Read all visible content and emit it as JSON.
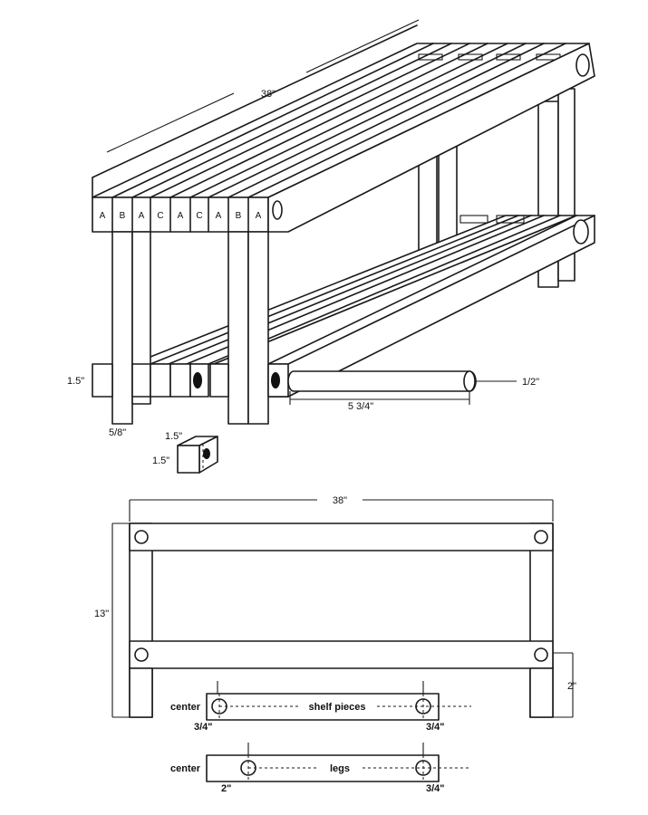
{
  "iso": {
    "length_label": "38\"",
    "top_slat_labels": [
      "A",
      "B",
      "A",
      "C",
      "A",
      "C",
      "A",
      "B",
      "A"
    ],
    "thickness_label": "1.5\"",
    "leg_width_label": "5/8\"",
    "dowel_diameter_label": "1/2\"",
    "dowel_length_label": "5 3/4\"",
    "block_width_label": "1.5\"",
    "block_height_label": "1.5\""
  },
  "front": {
    "width_label": "38\"",
    "height_label": "13\"",
    "leg_offset_label": "2\""
  },
  "shelf_piece": {
    "left_label": "center",
    "title": "shelf pieces",
    "left_offset_label": "3/4\"",
    "right_offset_label": "3/4\""
  },
  "legs_piece": {
    "left_label": "center",
    "title": "legs",
    "left_offset_label": "2\"",
    "right_offset_label": "3/4\""
  },
  "colors": {
    "line": "#1a1a1a",
    "background": "#ffffff",
    "hole": "#111111"
  }
}
